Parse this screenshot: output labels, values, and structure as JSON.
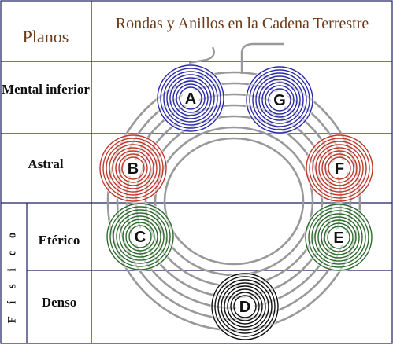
{
  "header": {
    "planes_title": "Planos",
    "diagram_title": "Rondas y Anillos en la Cadena Terrestre"
  },
  "planes": {
    "mental_inferior": "Mental inferior",
    "astral": "Astral",
    "fisico": "F í s i c o",
    "eterico": "Etérico",
    "denso": "Denso"
  },
  "globes": [
    {
      "label": "A",
      "plane": "Mental inferior",
      "color": "#2b2ba8"
    },
    {
      "label": "B",
      "plane": "Astral",
      "color": "#c0392b"
    },
    {
      "label": "C",
      "plane": "Etérico",
      "color": "#2e6b2e"
    },
    {
      "label": "D",
      "plane": "Denso",
      "color": "#111111"
    },
    {
      "label": "E",
      "plane": "Etérico",
      "color": "#2e6b2e"
    },
    {
      "label": "F",
      "plane": "Astral",
      "color": "#c0392b"
    },
    {
      "label": "G",
      "plane": "Mental inferior",
      "color": "#2b2ba8"
    }
  ],
  "colors": {
    "grid": "#1f1f5e",
    "spiral": "#999999",
    "title": "#6b3a1a"
  }
}
